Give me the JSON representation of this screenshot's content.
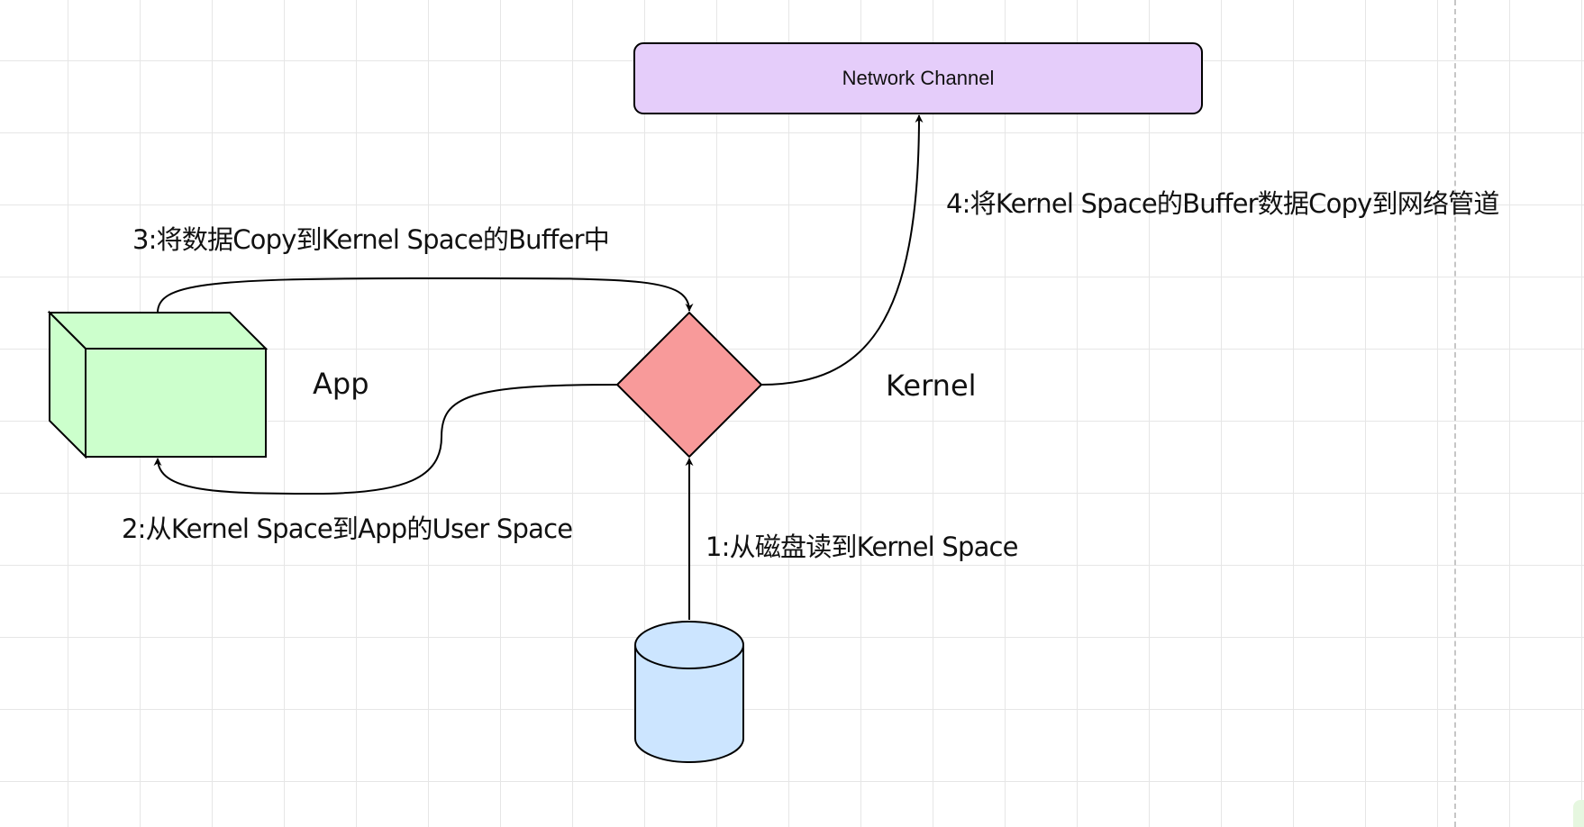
{
  "diagram": {
    "nodes": {
      "network": {
        "label": "Network Channel",
        "shape": "rounded-rectangle",
        "fill": "#e5cdfa"
      },
      "app": {
        "label": "App",
        "shape": "cube",
        "fill": "#ccffcc"
      },
      "kernel": {
        "label": "Kernel",
        "shape": "rhombus",
        "fill": "#f89a9a"
      },
      "disk": {
        "shape": "cylinder",
        "fill": "#cce5ff"
      }
    },
    "edges": [
      {
        "from": "disk",
        "to": "kernel",
        "label": "1:从磁盘读到Kernel Space"
      },
      {
        "from": "kernel",
        "to": "app",
        "label": "2:从Kernel Space到App的User Space"
      },
      {
        "from": "app",
        "to": "kernel",
        "label": "3:将数据Copy到Kernel Space的Buffer中"
      },
      {
        "from": "kernel",
        "to": "network",
        "label": "4:将Kernel Space的Buffer数据Copy到网络管道"
      }
    ],
    "colors": {
      "stroke": "#000000",
      "grid": "#e6e6e6",
      "page_edge": "#c6c6c6"
    }
  }
}
